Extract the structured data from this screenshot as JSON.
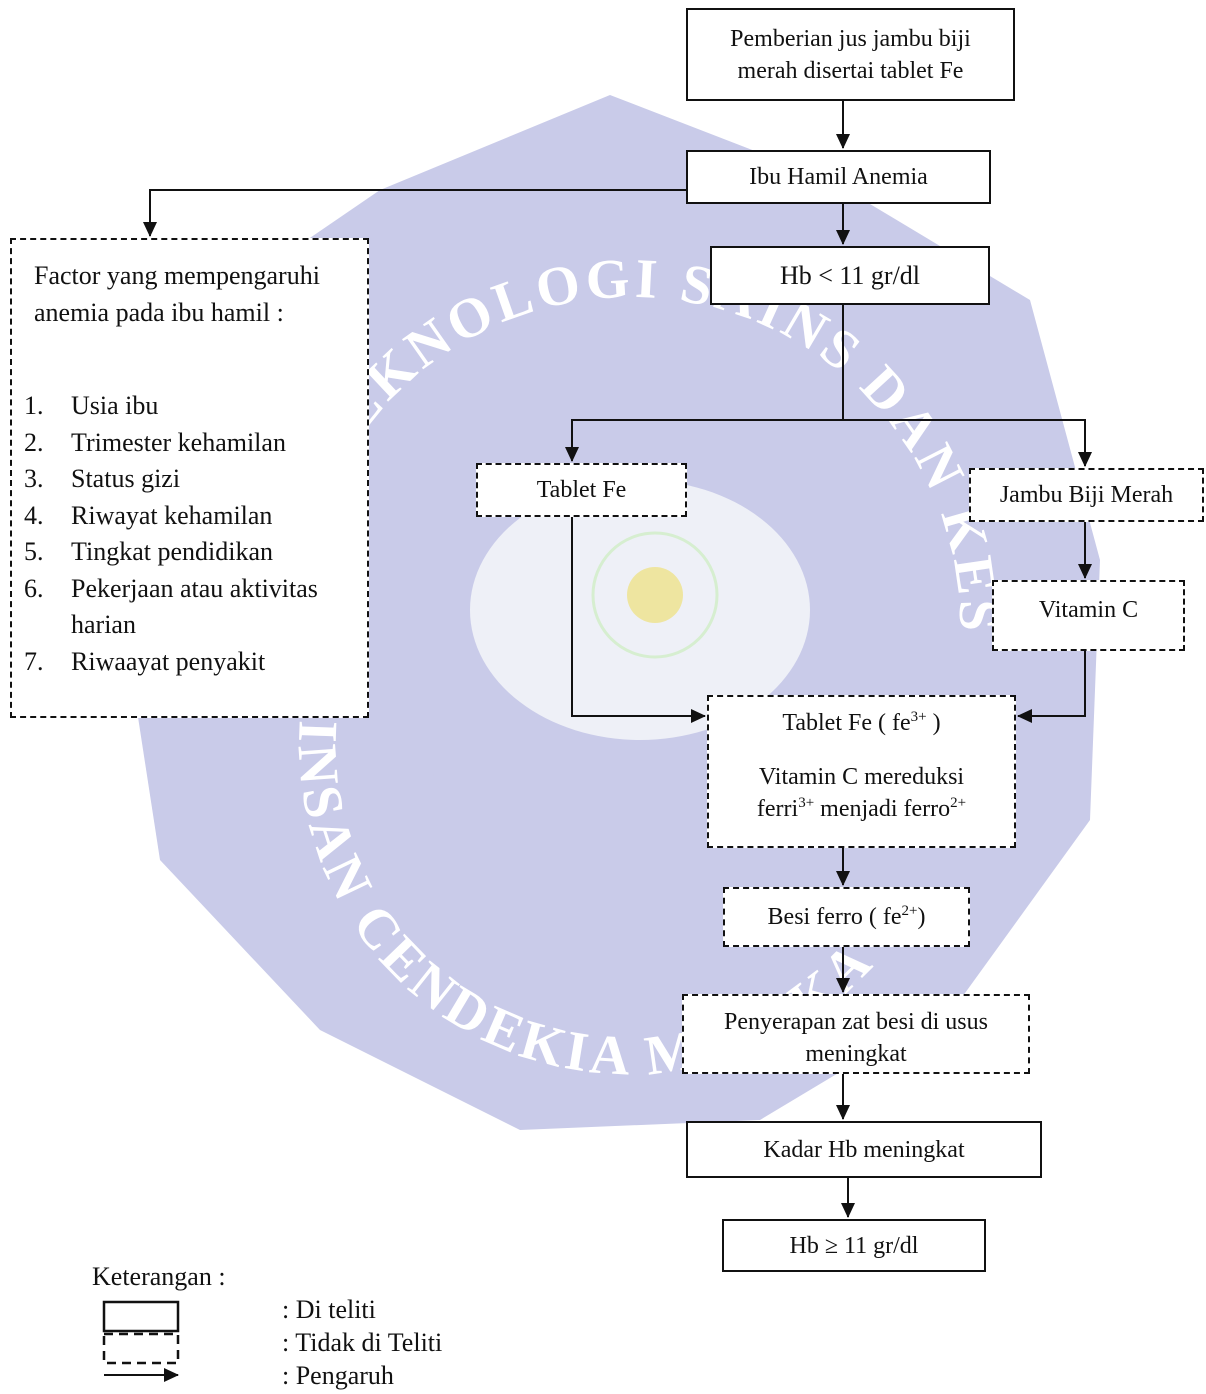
{
  "nodes": {
    "intervention": "Pemberian jus jambu biji merah disertai tablet Fe",
    "pregnant": "Ibu Hamil Anemia",
    "hb_low": "Hb < 11 gr/dl",
    "tablet_fe": "Tablet Fe",
    "jambu": "Jambu Biji Merah",
    "vitamin_c": "Vitamin C",
    "fe3_prefix": "Tablet Fe ( fe",
    "fe3_sup": "3+",
    "fe3_suffix": " )",
    "reduce_line1": "Vitamin C mereduksi",
    "reduce_pre": "ferri",
    "reduce_sup1": "3+",
    "reduce_mid": " menjadi ferro",
    "reduce_sup2": "2+",
    "ferro_prefix": "Besi ferro ( fe",
    "ferro_sup": "2+",
    "ferro_suffix": ")",
    "absorption": "Penyerapan zat besi di usus meningkat",
    "hb_increase": "Kadar Hb meningkat",
    "hb_normal": "Hb ≥ 11 gr/dl"
  },
  "factors": {
    "title": "Factor yang mempengaruhi anemia pada ibu hamil :",
    "items": [
      {
        "num": "1.",
        "text": "Usia ibu"
      },
      {
        "num": "2.",
        "text": "Trimester kehamilan"
      },
      {
        "num": "3.",
        "text": "Status gizi"
      },
      {
        "num": "4.",
        "text": "Riwayat kehamilan"
      },
      {
        "num": "5.",
        "text": "Tingkat pendidikan"
      },
      {
        "num": "6.",
        "text": "Pekerjaan atau aktivitas harian"
      },
      {
        "num": "7.",
        "text": "Riwaayat penyakit"
      }
    ]
  },
  "legend": {
    "title": "Keterangan :",
    "researched": ": Di teliti",
    "not_researched": ": Tidak di Teliti",
    "influence": ": Pengaruh"
  },
  "watermark": {
    "top_text": "TEKNOLOGI SAINS DAN KESEHATAN",
    "bottom_text": "INSAN CENDEKIA MEDIKA",
    "badge_color": "#c9cbe9",
    "text_color": "#ffffff",
    "accent_color": "#f3e43d"
  }
}
